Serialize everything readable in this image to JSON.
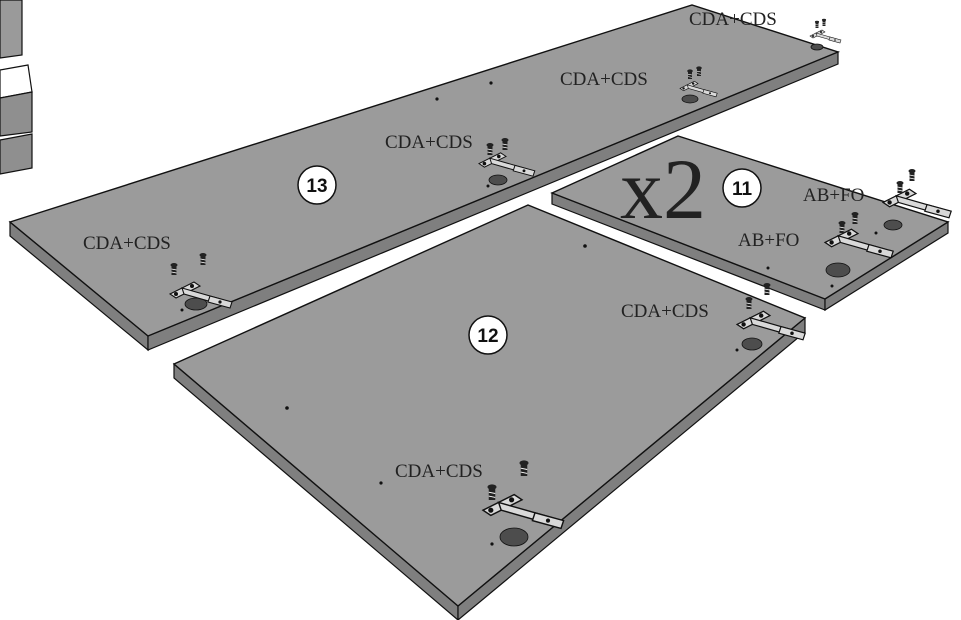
{
  "panels": [
    {
      "number": "13"
    },
    {
      "number": "12"
    },
    {
      "number": "11"
    }
  ],
  "quantity_label": "x2",
  "hinge_labels": [
    "CDA+CDS",
    "CDA+CDS",
    "CDA+CDS",
    "CDA+CDS",
    "CDA+CDS",
    "CDA+CDS",
    "AB+FO",
    "AB+FO"
  ]
}
